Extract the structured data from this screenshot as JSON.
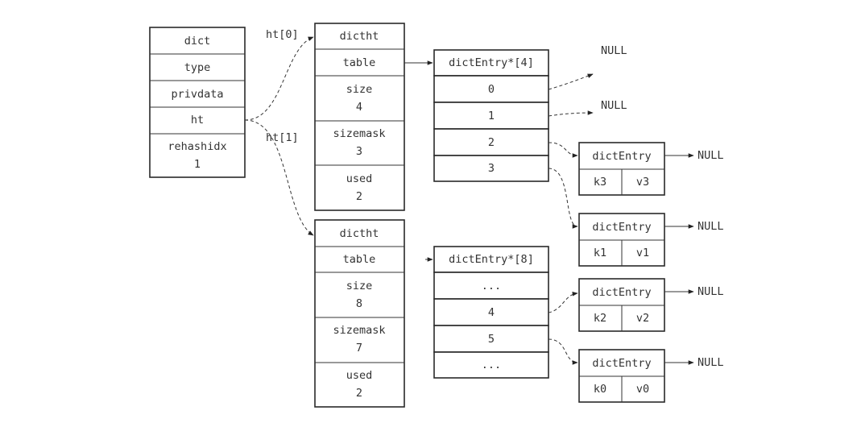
{
  "dict": {
    "title": "dict",
    "type": "type",
    "privdata": "privdata",
    "ht": "ht",
    "rehashidx_label": "rehashidx",
    "rehashidx_value": "1"
  },
  "labels": {
    "ht0": "ht[0]",
    "ht1": "ht[1]"
  },
  "ht0": {
    "title": "dictht",
    "table": "table",
    "size_label": "size",
    "size_value": "4",
    "sizemask_label": "sizemask",
    "sizemask_value": "3",
    "used_label": "used",
    "used_value": "2"
  },
  "ht1": {
    "title": "dictht",
    "table": "table",
    "size_label": "size",
    "size_value": "8",
    "sizemask_label": "sizemask",
    "sizemask_value": "7",
    "used_label": "used",
    "used_value": "2"
  },
  "table0": {
    "header": "dictEntry*[4]",
    "slots": [
      "0",
      "1",
      "2",
      "3"
    ]
  },
  "table1": {
    "header": "dictEntry*[8]",
    "slots": [
      "...",
      "4",
      "5",
      "..."
    ]
  },
  "entries": [
    {
      "title": "dictEntry",
      "key": "k3",
      "value": "v3",
      "next": "NULL"
    },
    {
      "title": "dictEntry",
      "key": "k1",
      "value": "v1",
      "next": "NULL"
    },
    {
      "title": "dictEntry",
      "key": "k2",
      "value": "v2",
      "next": "NULL"
    },
    {
      "title": "dictEntry",
      "key": "k0",
      "value": "v0",
      "next": "NULL"
    }
  ],
  "nulls": {
    "slot0": "NULL",
    "slot1": "NULL"
  }
}
